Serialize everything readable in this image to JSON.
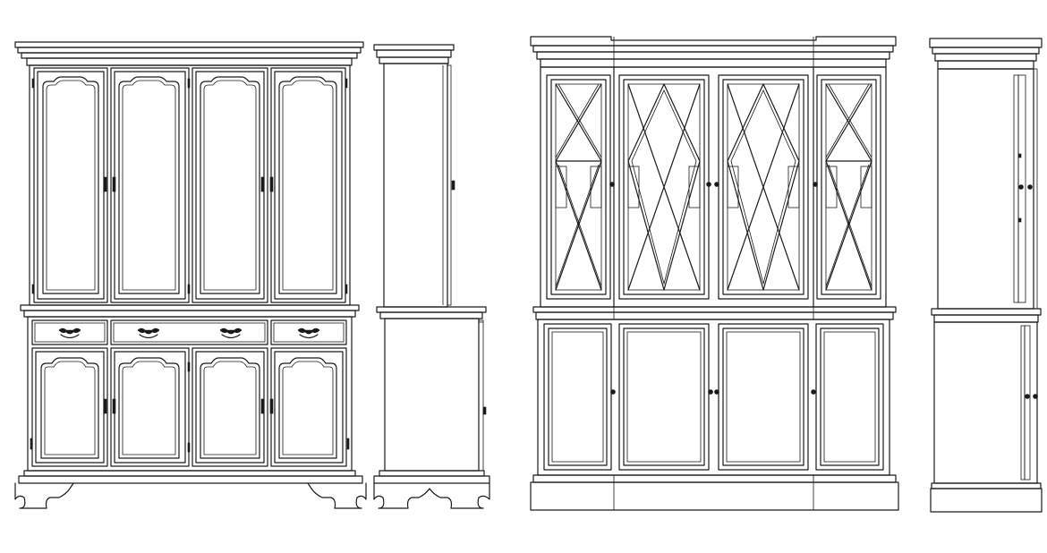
{
  "drawing": {
    "views": [
      {
        "id": "traditional-hutch-front",
        "kind": "front elevation"
      },
      {
        "id": "traditional-hutch-side",
        "kind": "side elevation"
      },
      {
        "id": "georgian-breakfront-front",
        "kind": "front elevation"
      },
      {
        "id": "georgian-breakfront-side",
        "kind": "side elevation"
      }
    ],
    "counts": {
      "hutch_upper_doors": 4,
      "hutch_drawers": 3,
      "hutch_lower_doors": 4,
      "breakfront_glazed_doors": 4,
      "breakfront_lower_doors": 4
    },
    "line_color": "#1a1a1a",
    "background": "#ffffff"
  }
}
